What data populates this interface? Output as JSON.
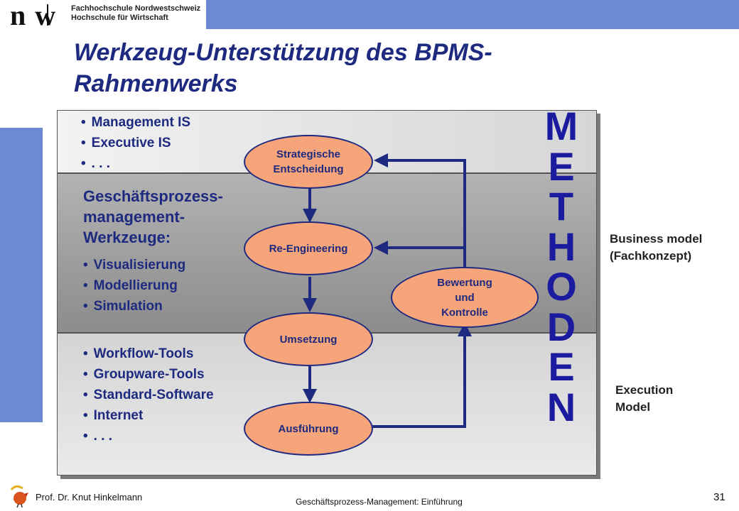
{
  "header": {
    "logo_mark": "n|w",
    "institution_line1": "Fachhochschule Nordwestschweiz",
    "institution_line2": "Hochschule für Wirtschaft"
  },
  "slide": {
    "title": "Werkzeug-Unterstützung des BPMS-Rahmenwerks"
  },
  "bands": {
    "top_items": [
      "Management IS",
      "Executive IS",
      ". . ."
    ],
    "middle_heading": [
      "Geschäftsprozess-",
      "management-",
      "Werkzeuge:"
    ],
    "middle_items": [
      "Visualisierung",
      "Modellierung",
      "Simulation"
    ],
    "bottom_items": [
      "Workflow-Tools",
      "Groupware-Tools",
      "Standard-Software",
      "Internet",
      ". . ."
    ]
  },
  "flow": {
    "strategische": [
      "Strategische",
      "Entscheidung"
    ],
    "reengineering": "Re-Engineering",
    "umsetzung": "Umsetzung",
    "ausfuehrung": "Ausführung",
    "bewertung": [
      "Bewertung",
      "und",
      "Kontrolle"
    ]
  },
  "methoden_letters": [
    "M",
    "E",
    "T",
    "H",
    "O",
    "D",
    "E",
    "N"
  ],
  "side_labels": {
    "business": [
      "Business model",
      "(Fachkonzept)"
    ],
    "execution": [
      "Execution",
      "Model"
    ]
  },
  "footer": {
    "author": "Prof. Dr. Knut Hinkelmann",
    "course": "Geschäftsprozess-Management:  Einführung",
    "page_number": "31"
  },
  "colors": {
    "accent_blue": "#6a8bd3",
    "navy": "#1d2a80",
    "oval_fill": "#f6a57a",
    "methoden": "#1a1b9f"
  }
}
